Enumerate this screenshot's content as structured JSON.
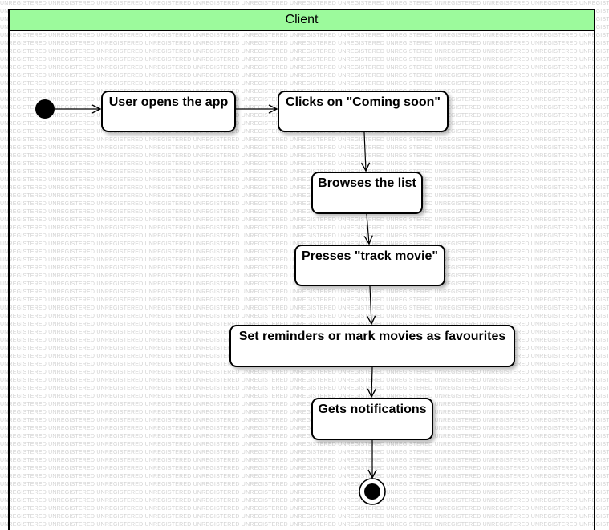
{
  "diagram": {
    "type": "activity",
    "swimlane": {
      "title": "Client",
      "header_color": "#9cfa9c"
    },
    "watermark_text": "UNREGISTERED",
    "activities": [
      {
        "id": "a1",
        "label": "User opens the app"
      },
      {
        "id": "a2",
        "label": "Clicks on \"Coming soon\""
      },
      {
        "id": "a3",
        "label": "Browses the list"
      },
      {
        "id": "a4",
        "label": "Presses \"track movie\""
      },
      {
        "id": "a5",
        "label": "Set reminders or mark movies as favourites"
      },
      {
        "id": "a6",
        "label": "Gets notifications"
      }
    ],
    "flows": [
      {
        "from": "initial",
        "to": "a1"
      },
      {
        "from": "a1",
        "to": "a2"
      },
      {
        "from": "a2",
        "to": "a3"
      },
      {
        "from": "a3",
        "to": "a4"
      },
      {
        "from": "a4",
        "to": "a5"
      },
      {
        "from": "a5",
        "to": "a6"
      },
      {
        "from": "a6",
        "to": "final"
      }
    ]
  }
}
